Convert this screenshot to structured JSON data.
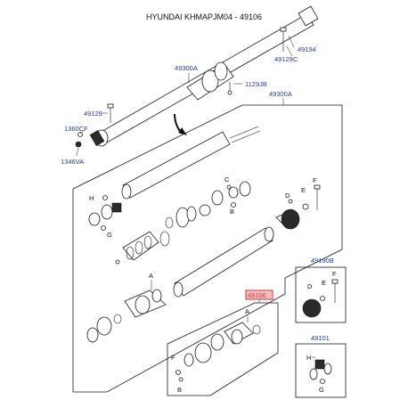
{
  "title": "HYUNDAI KHMAPJM04 - 49106",
  "callouts": {
    "c49194": "49194",
    "c49129c": "49129C",
    "c49300a_top": "49300A",
    "c1129jb": "1129JB",
    "c49129": "49129",
    "c1360cf": "1360CF",
    "c1346va": "1346VA",
    "c49300a_box": "49300A",
    "c49190b": "49190B",
    "c49101": "49101",
    "c49106": "49106"
  },
  "letters": {
    "H1": "H",
    "G1": "G",
    "C1": "C",
    "B1": "B",
    "D1": "D",
    "E1": "E",
    "F1": "F",
    "A1": "A",
    "A2": "A",
    "F2": "F",
    "B2": "B",
    "D3": "D",
    "E3": "E",
    "F3": "F",
    "H4": "H",
    "G4": "G"
  },
  "colors": {
    "callout": "#1f3fa6",
    "highlight": "#e03030",
    "ink": "#1a1a1a"
  }
}
